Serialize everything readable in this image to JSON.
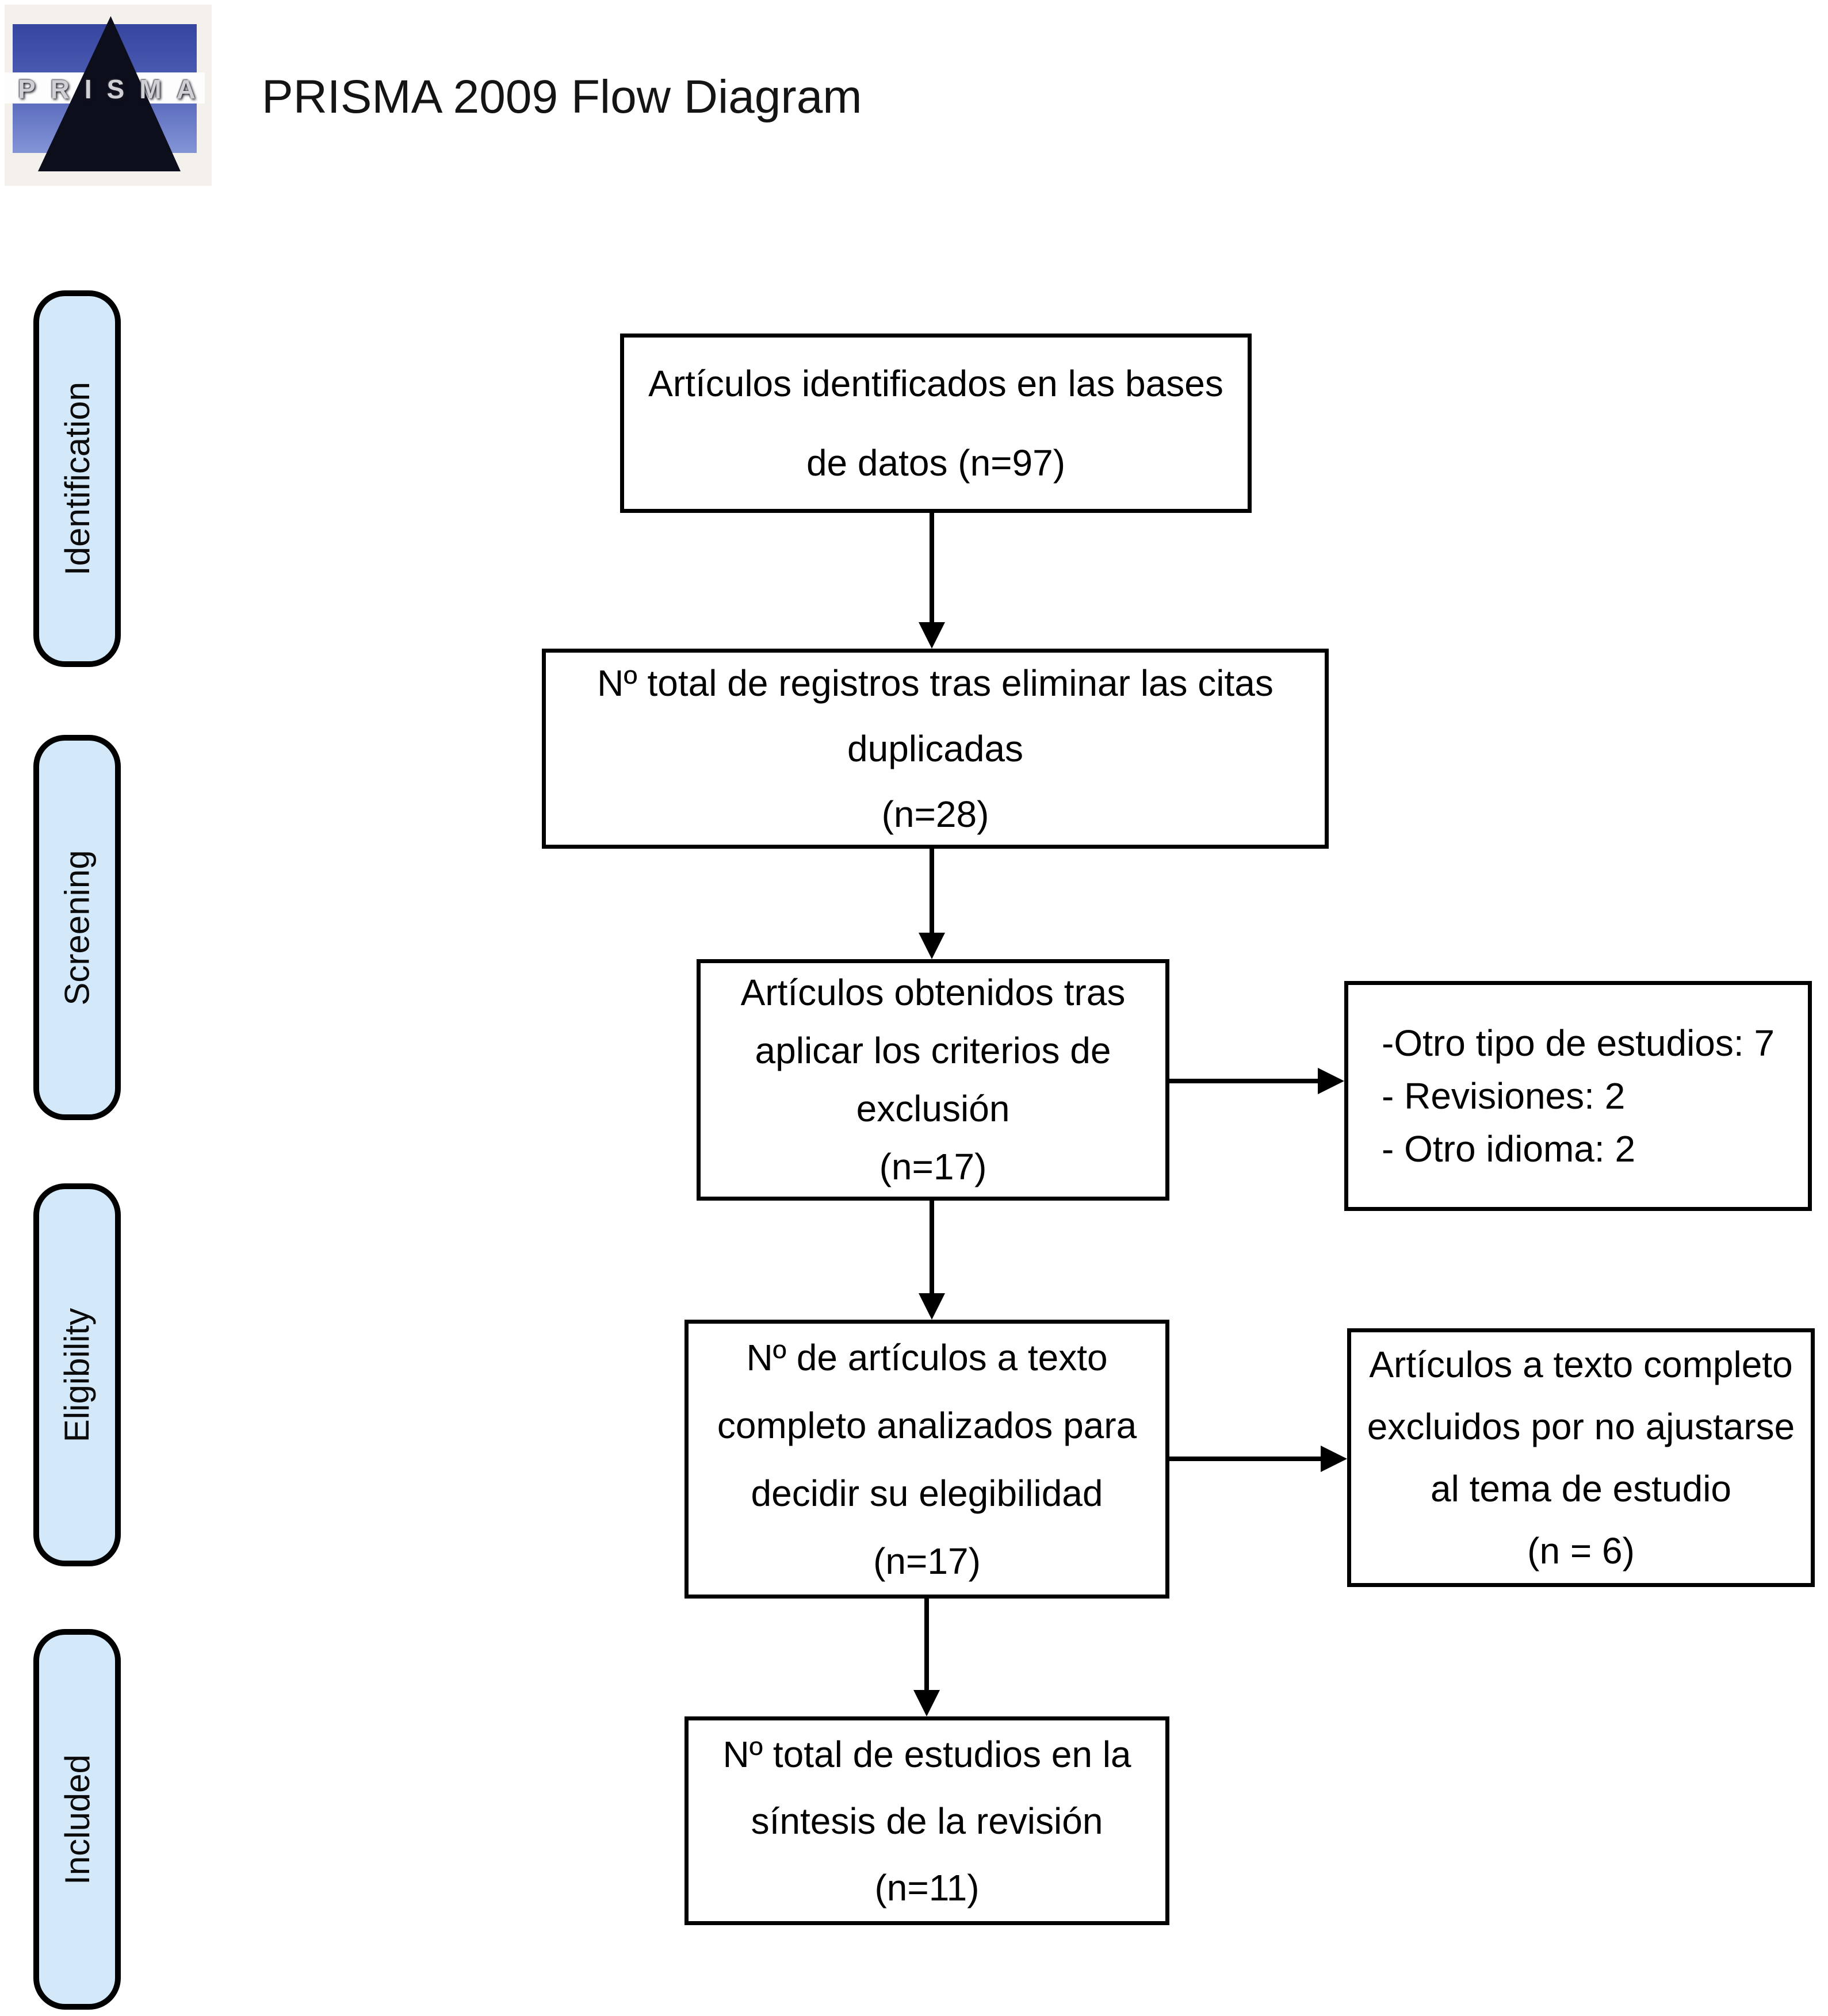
{
  "header": {
    "title": "PRISMA 2009 Flow Diagram"
  },
  "logo": {
    "text": "PRISMA"
  },
  "stages": [
    {
      "label": "Identification"
    },
    {
      "label": "Screening"
    },
    {
      "label": "Eligibility"
    },
    {
      "label": "Included"
    }
  ],
  "flow_boxes": [
    {
      "id": "identified",
      "lines": [
        "Artículos identificados en las bases",
        "de datos (n=97)"
      ]
    },
    {
      "id": "deduplicated",
      "lines": [
        "Nº total de registros tras eliminar las citas",
        "duplicadas",
        "(n=28)"
      ]
    },
    {
      "id": "screened",
      "lines": [
        "Artículos obtenidos tras",
        "aplicar los criterios de",
        "exclusión",
        "(n=17)"
      ]
    },
    {
      "id": "fulltext",
      "lines": [
        "Nº de artículos a texto",
        "completo analizados para",
        "decidir su elegibilidad",
        "(n=17)"
      ]
    },
    {
      "id": "included",
      "lines": [
        "Nº total de estudios en la",
        "síntesis de la revisión",
        "(n=11)"
      ]
    }
  ],
  "side_boxes": [
    {
      "id": "exclusion-reasons",
      "lines": [
        "-Otro tipo de estudios: 7",
        "- Revisiones: 2",
        "- Otro idioma: 2"
      ]
    },
    {
      "id": "fulltext-excluded",
      "lines": [
        "Artículos a texto completo",
        "excluidos por no ajustarse",
        "al tema de estudio",
        "(n = 6)"
      ]
    }
  ],
  "colors": {
    "background": "#ffffff",
    "box_border": "#000000",
    "stage_fill": "#d3e9fa",
    "text": "#000000",
    "logo_blue_top": "#36459e",
    "logo_blue_bottom": "#8394d6",
    "logo_pyramid": "#0d0e1c",
    "logo_background": "#f4f1ec"
  }
}
